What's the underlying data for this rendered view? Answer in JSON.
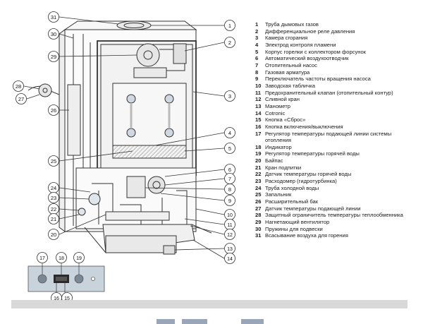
{
  "callouts": [
    {
      "n": "1",
      "text": "Труба дымовых газов"
    },
    {
      "n": "2",
      "text": "Дифференциальное реле давления"
    },
    {
      "n": "3",
      "text": "Камера сгорания"
    },
    {
      "n": "4",
      "text": "Электрод контроля пламени"
    },
    {
      "n": "5",
      "text": "Корпус горелки с коллектором форсунок"
    },
    {
      "n": "6",
      "text": "Автоматический воздухоотводчик"
    },
    {
      "n": "7",
      "text": "Отопительный насос"
    },
    {
      "n": "8",
      "text": "Газовая арматура"
    },
    {
      "n": "9",
      "text": "Переключатель частоты вращения насоса"
    },
    {
      "n": "10",
      "text": "Заводская табличка"
    },
    {
      "n": "11",
      "text": "Предохранительный клапан (отопительный контур)"
    },
    {
      "n": "12",
      "text": "Сливной кран"
    },
    {
      "n": "13",
      "text": "Манометр"
    },
    {
      "n": "14",
      "text": "Cotronic"
    },
    {
      "n": "15",
      "text": "Кнопка «Сброс»"
    },
    {
      "n": "16",
      "text": "Кнопка включения/выключения"
    },
    {
      "n": "17",
      "text": "Регулятор температуры подающей линии системы отопления"
    },
    {
      "n": "18",
      "text": "Индикатор"
    },
    {
      "n": "19",
      "text": "Регулятор температуры горячей воды"
    },
    {
      "n": "20",
      "text": "Байпас"
    },
    {
      "n": "21",
      "text": "Кран подпитки"
    },
    {
      "n": "22",
      "text": "Датчик температуры горячей воды"
    },
    {
      "n": "23",
      "text": "Расходомер (гидротурбинка)"
    },
    {
      "n": "24",
      "text": "Труба холодной воды"
    },
    {
      "n": "25",
      "text": "Запальник"
    },
    {
      "n": "26",
      "text": "Расширительный бак"
    },
    {
      "n": "27",
      "text": "Датчик температуры подающей линии"
    },
    {
      "n": "28",
      "text": "Защитный ограничитель температуры теплообменника"
    },
    {
      "n": "29",
      "text": "Нагнетающий вентилятор"
    },
    {
      "n": "30",
      "text": "Пружины для подвески"
    },
    {
      "n": "31",
      "text": "Всасывание воздуха для горения"
    }
  ],
  "colors": {
    "line": "#333333",
    "panel_fill": "#f4f4f4",
    "control_panel_fill": "#c9d3dc",
    "bottom_bar": "#d8d8d8"
  }
}
